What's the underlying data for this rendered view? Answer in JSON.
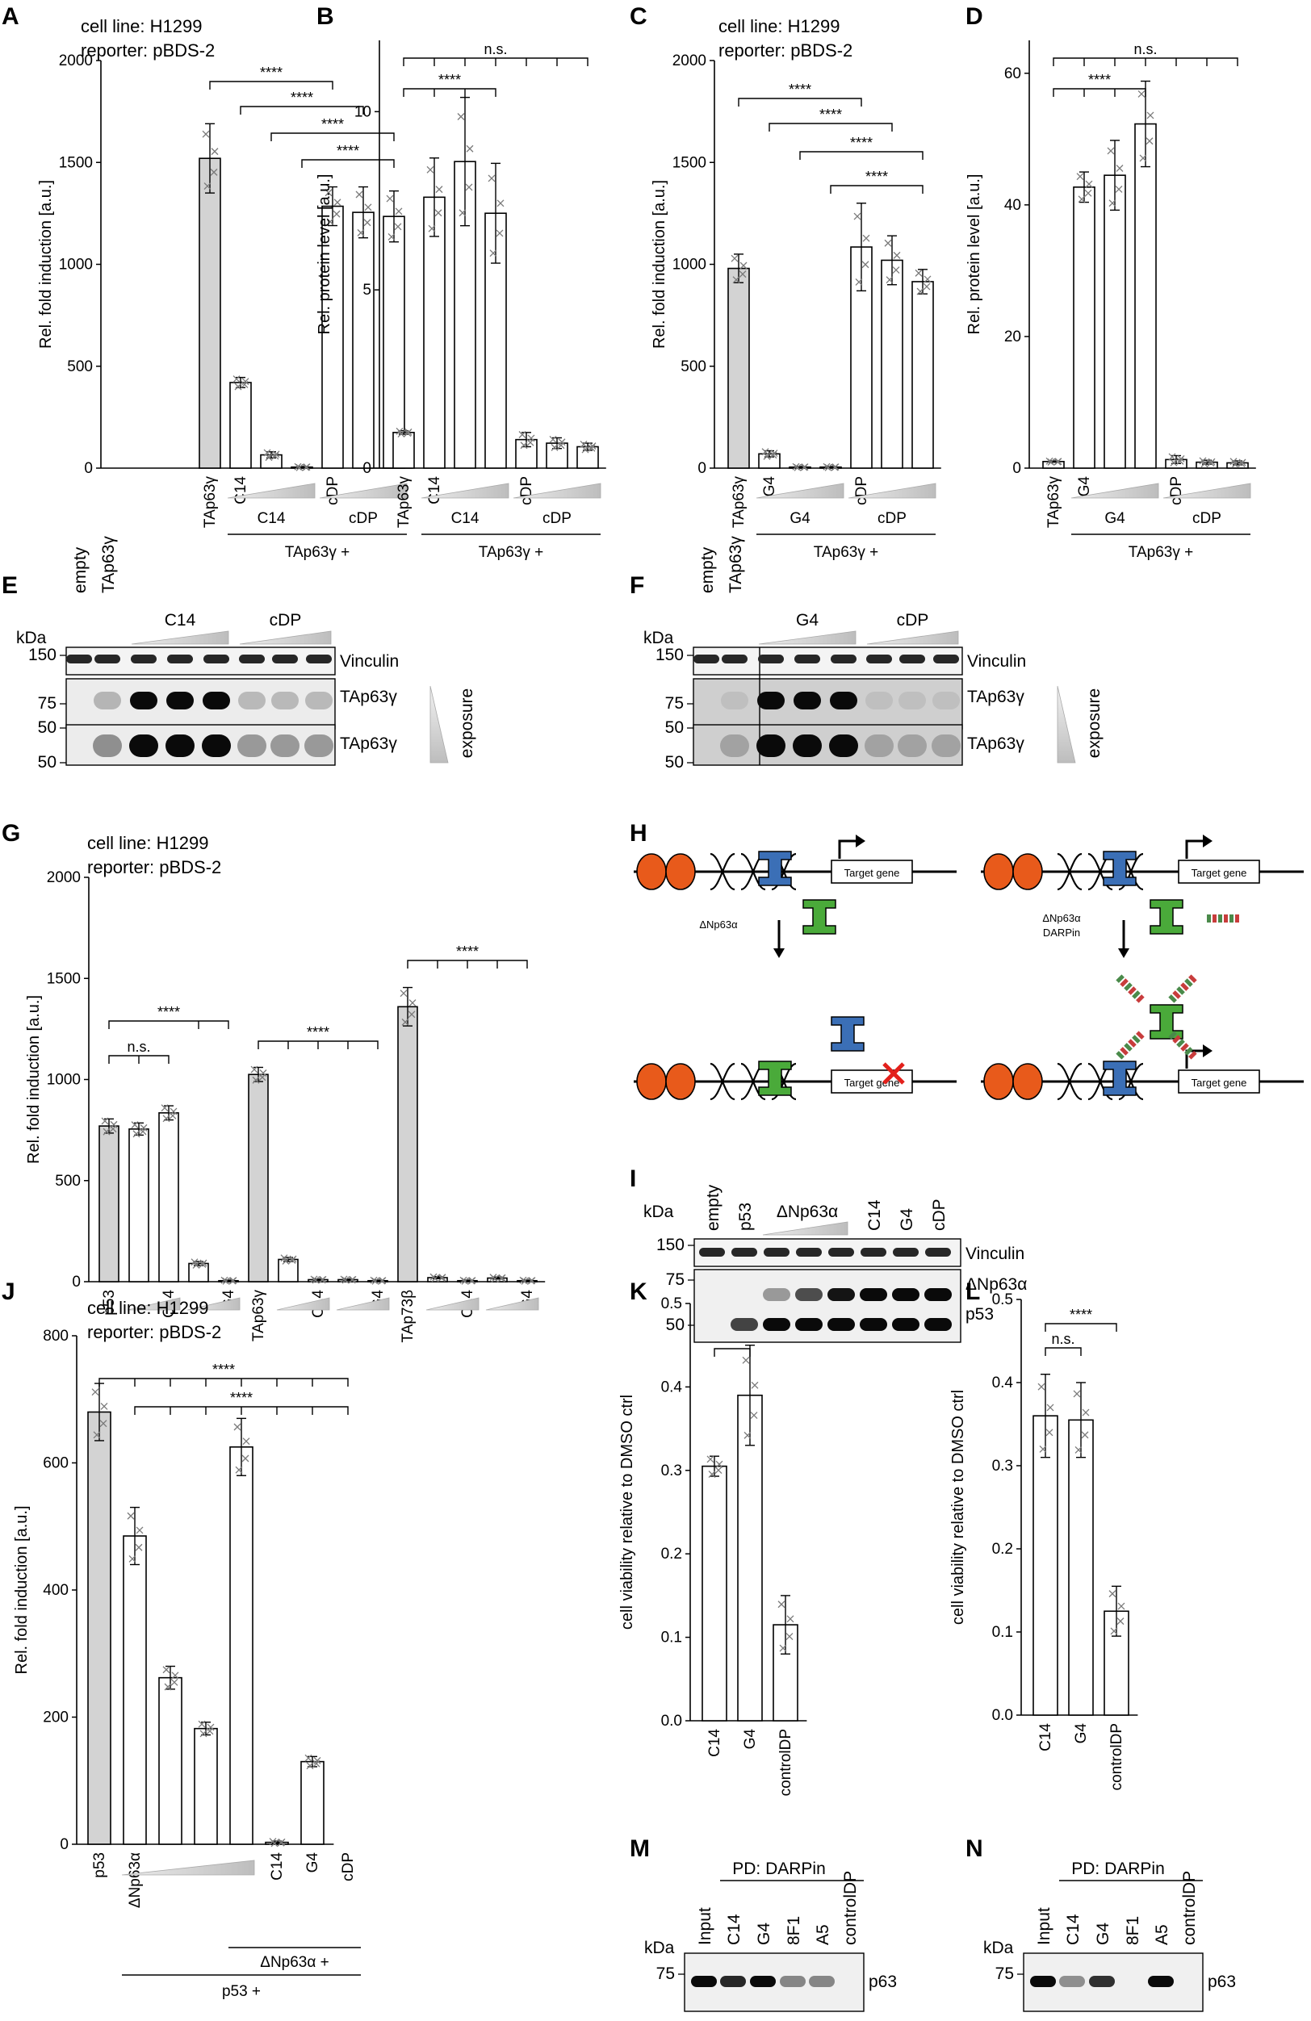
{
  "colors": {
    "control_bar": "#d3d3d3",
    "treatment_bar": "#ffffff",
    "point": "#7a7a7a",
    "ncp_green": "#4aaa3a",
    "dbd_blue": "#3b6fb6",
    "nucleosome": "#e85a1b",
    "cross": "#e3201b"
  },
  "icons": {
    "pointer": "x-mark-icon",
    "gradient": "wedge-icon",
    "promoter": "arrow-icon"
  },
  "panel_labels": {
    "A": "A",
    "B": "B",
    "C": "C",
    "D": "D",
    "E": "E",
    "F": "F",
    "G": "G",
    "H": "H",
    "I": "I",
    "J": "J",
    "K": "K",
    "L": "L",
    "M": "M",
    "N": "N"
  },
  "chart_data": [
    {
      "panel": "A",
      "type": "bar",
      "title_lines": [
        "cell line: H1299",
        "reporter: pBDS-2"
      ],
      "ylabel": "Rel. fold induction [a.u.]",
      "ylim": [
        0,
        2000
      ],
      "yticks": [
        0,
        500,
        1000,
        1500,
        2000
      ],
      "categories": [
        "TAp63γ",
        "C14",
        "",
        "",
        "cDP",
        "",
        ""
      ],
      "values": [
        1520,
        420,
        65,
        5,
        1285,
        1255,
        1235
      ],
      "errors": [
        170,
        25,
        15,
        3,
        95,
        125,
        125
      ],
      "control": [
        true,
        false,
        false,
        false,
        false,
        false,
        false
      ],
      "groups": [
        {
          "label": "C14"
        },
        {
          "label": "cDP"
        }
      ],
      "bottom_label": "TAp63γ +",
      "brackets": [
        {
          "label": "****"
        },
        {
          "label": "****"
        },
        {
          "label": "****"
        },
        {
          "label": "****"
        }
      ]
    },
    {
      "panel": "B",
      "type": "bar",
      "ylabel": "Rel. protein level [a.u.]",
      "ylim": [
        0,
        12
      ],
      "yticks": [
        0,
        5,
        10
      ],
      "categories": [
        "TAp63γ",
        "C14",
        "",
        "",
        "cDP",
        "",
        ""
      ],
      "values": [
        1.0,
        7.6,
        8.6,
        7.15,
        0.8,
        0.7,
        0.6
      ],
      "errors": [
        0.05,
        1.1,
        1.8,
        1.4,
        0.2,
        0.15,
        0.1
      ],
      "control": [
        false,
        false,
        false,
        false,
        false,
        false,
        false
      ],
      "groups": [
        {
          "label": "C14"
        },
        {
          "label": "cDP"
        }
      ],
      "bottom_label": "TAp63γ +",
      "brackets": [
        {
          "label": "n.s."
        },
        {
          "label": "****"
        }
      ]
    },
    {
      "panel": "C",
      "type": "bar",
      "title_lines": [
        "cell line: H1299",
        "reporter: pBDS-2"
      ],
      "ylabel": "Rel. fold induction [a.u.]",
      "ylim": [
        0,
        2000
      ],
      "yticks": [
        0,
        500,
        1000,
        1500,
        2000
      ],
      "categories": [
        "TAp63γ",
        "G4",
        "",
        "",
        "cDP",
        "",
        ""
      ],
      "values": [
        980,
        70,
        5,
        5,
        1085,
        1020,
        915
      ],
      "errors": [
        70,
        15,
        3,
        3,
        215,
        120,
        60
      ],
      "control": [
        true,
        false,
        false,
        false,
        false,
        false,
        false
      ],
      "groups": [
        {
          "label": "G4"
        },
        {
          "label": "cDP"
        }
      ],
      "bottom_label": "TAp63γ +",
      "brackets": [
        {
          "label": "****"
        },
        {
          "label": "****"
        },
        {
          "label": "****"
        },
        {
          "label": "****"
        }
      ]
    },
    {
      "panel": "D",
      "type": "bar",
      "ylabel": "Rel. protein level [a.u.]",
      "ylim": [
        0,
        65
      ],
      "yticks": [
        0,
        20,
        40,
        60
      ],
      "categories": [
        "TAp63γ",
        "G4",
        "",
        "",
        "cDP",
        "",
        ""
      ],
      "values": [
        1.0,
        42.7,
        44.5,
        52.3,
        1.3,
        0.9,
        0.8
      ],
      "errors": [
        0.1,
        2.3,
        5.3,
        6.5,
        0.6,
        0.3,
        0.3
      ],
      "control": [
        false,
        false,
        false,
        false,
        false,
        false,
        false
      ],
      "groups": [
        {
          "label": "G4"
        },
        {
          "label": "cDP"
        }
      ],
      "bottom_label": "TAp63γ +",
      "brackets": [
        {
          "label": "n.s."
        },
        {
          "label": "****"
        }
      ]
    },
    {
      "panel": "G",
      "type": "bar",
      "title_lines": [
        "cell line: H1299",
        "reporter: pBDS-2"
      ],
      "ylabel": "Rel. fold induction [a.u.]",
      "ylim": [
        0,
        2000
      ],
      "yticks": [
        0,
        500,
        1000,
        1500,
        2000
      ],
      "categories": [
        "p53",
        "",
        "C14",
        "",
        "G4",
        "TAp63γ",
        "",
        "C14",
        "",
        "G4",
        "TAp73β",
        "",
        "C14",
        "",
        "G4"
      ],
      "values": [
        770,
        755,
        835,
        90,
        5,
        1025,
        110,
        10,
        10,
        5,
        1360,
        20,
        5,
        18,
        5
      ],
      "errors": [
        35,
        30,
        35,
        10,
        3,
        35,
        10,
        3,
        3,
        3,
        95,
        5,
        3,
        5,
        3
      ],
      "control": [
        true,
        false,
        false,
        false,
        false,
        true,
        false,
        false,
        false,
        false,
        true,
        false,
        false,
        false,
        false
      ],
      "brackets": [
        {
          "label": "n.s."
        },
        {
          "label": "****"
        },
        {
          "label": "****"
        },
        {
          "label": "****"
        }
      ]
    },
    {
      "panel": "J",
      "type": "bar",
      "title_lines": [
        "cell line: H1299",
        "reporter: pBDS-2"
      ],
      "ylabel": "Rel. fold induction [a.u.]",
      "ylim": [
        0,
        800
      ],
      "yticks": [
        0,
        200,
        400,
        600,
        800
      ],
      "categories": [
        "p53",
        "ΔNp63α",
        "",
        "",
        "",
        "C14",
        "G4",
        "cDP"
      ],
      "values": [
        680,
        485,
        262,
        182,
        625,
        3,
        130
      ],
      "errors": [
        45,
        45,
        18,
        10,
        45,
        2,
        8
      ],
      "control": [
        true,
        false,
        false,
        false,
        false,
        false,
        false
      ],
      "bottom_labels": [
        "ΔNp63α +",
        "p53 +"
      ],
      "brackets": [
        {
          "label": "****"
        },
        {
          "label": "****"
        }
      ]
    },
    {
      "panel": "K",
      "type": "bar",
      "ylabel": "cell viability relative to DMSO ctrl",
      "ylim": [
        0,
        0.5
      ],
      "yticks": [
        "0.0",
        "0.1",
        "0.2",
        "0.3",
        "0.4",
        "0.5"
      ],
      "categories": [
        "C14",
        "G4",
        "controlDP"
      ],
      "values": [
        0.305,
        0.39,
        0.115
      ],
      "errors": [
        0.012,
        0.06,
        0.035
      ],
      "control": [
        false,
        false,
        false
      ],
      "brackets": [
        {
          "label": "*"
        },
        {
          "label": "****"
        }
      ]
    },
    {
      "panel": "L",
      "type": "bar",
      "ylabel": "cell viability relative to DMSO ctrl",
      "ylim": [
        0,
        0.5
      ],
      "yticks": [
        "0.0",
        "0.1",
        "0.2",
        "0.3",
        "0.4",
        "0.5"
      ],
      "categories": [
        "C14",
        "G4",
        "controlDP"
      ],
      "values": [
        0.36,
        0.355,
        0.125
      ],
      "errors": [
        0.05,
        0.045,
        0.03
      ],
      "control": [
        false,
        false,
        false
      ],
      "brackets": [
        {
          "label": "n.s."
        },
        {
          "label": "****"
        }
      ]
    }
  ],
  "blots": {
    "E": {
      "kda": "kDa",
      "lanes": [
        "empty",
        "TAp63γ"
      ],
      "groups": [
        "C14",
        "cDP"
      ],
      "markers": [
        "150",
        "75",
        "50",
        "50"
      ],
      "bands": [
        "Vinculin",
        "TAp63γ",
        "TAp63γ"
      ],
      "exposure": "exposure",
      "intensity_strip1": [
        0,
        0.1,
        1,
        1,
        1,
        0.08,
        0.08,
        0.08
      ],
      "intensity_strip2": [
        0,
        0.3,
        1,
        1,
        1,
        0.25,
        0.25,
        0.25
      ]
    },
    "F": {
      "kda": "kDa",
      "lanes": [
        "empty",
        "TAp63γ"
      ],
      "groups": [
        "G4",
        "cDP"
      ],
      "markers": [
        "150",
        "75",
        "50",
        "50"
      ],
      "bands": [
        "Vinculin",
        "TAp63γ",
        "TAp63γ"
      ],
      "exposure": "exposure",
      "intensity_strip1": [
        0,
        0.05,
        1,
        1,
        1,
        0.05,
        0.05,
        0.05
      ],
      "intensity_strip2": [
        0,
        0.2,
        1,
        1,
        1,
        0.2,
        0.2,
        0.2
      ]
    },
    "I": {
      "kda": "kDa",
      "lanes": [
        "empty",
        "p53",
        "C14",
        "G4",
        "cDP"
      ],
      "groups": [
        "ΔNp63α"
      ],
      "markers": [
        "150",
        "75",
        "50"
      ],
      "bands": [
        "Vinculin",
        "ΔNp63α",
        "p53"
      ],
      "p63_intensity": [
        0,
        0,
        0.25,
        0.65,
        0.95,
        1,
        1,
        1
      ],
      "p53_intensity": [
        0,
        0.7,
        1,
        1,
        1,
        1,
        1,
        1
      ]
    },
    "M": {
      "header": "PD: DARPin",
      "kda": "kDa",
      "marker": "75",
      "lanes": [
        "Input",
        "C14",
        "G4",
        "8F1",
        "A5",
        "controlDP"
      ],
      "band": "p63",
      "intensity": [
        1,
        0.85,
        1,
        0.35,
        0.35,
        0
      ]
    },
    "N": {
      "header": "PD: DARPin",
      "kda": "kDa",
      "marker": "75",
      "lanes": [
        "Input",
        "C14",
        "G4",
        "8F1",
        "A5",
        "controlDP"
      ],
      "band": "p63",
      "intensity": [
        1,
        0.3,
        0.8,
        0,
        1,
        0
      ]
    }
  },
  "diagram_H": {
    "left_label": "ΔNp63α",
    "right_label_lines": [
      "ΔNp63α",
      "DARPin"
    ],
    "gene": "Target gene"
  }
}
